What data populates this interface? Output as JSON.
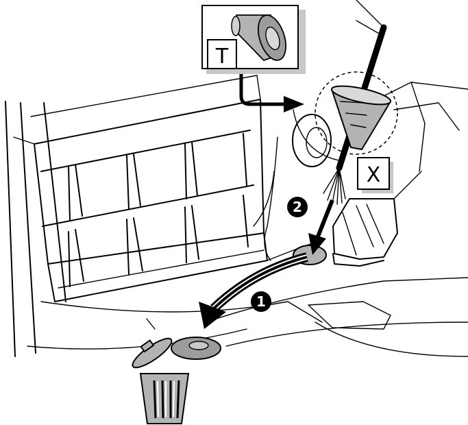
{
  "callouts": {
    "tool_label": "T",
    "part_label": "X"
  },
  "steps": [
    {
      "number": "1"
    },
    {
      "number": "2"
    }
  ],
  "colors": {
    "ink": "#000000",
    "grommet_fill": "#b3b3b3",
    "grommet_dark": "#7f7f7f",
    "panel_shadow": "#c8c8c8",
    "background": "#ffffff"
  },
  "icons": [
    "grommet-tool-icon",
    "trash-bin-icon",
    "curved-arrow-icon",
    "straight-arrow-icon"
  ]
}
